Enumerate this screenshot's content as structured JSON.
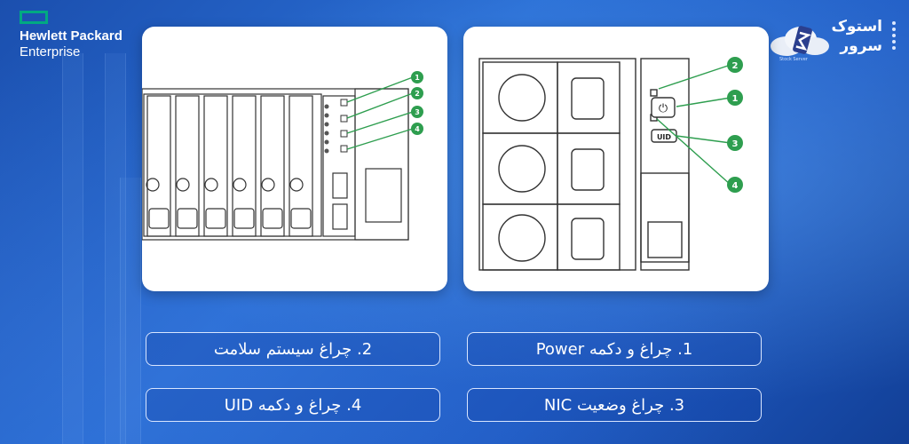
{
  "logo_hpe": {
    "line1": "Hewlett Packard",
    "line2": "Enterprise"
  },
  "logo_brand": {
    "line1": "استوک",
    "line2": "سرور",
    "sub": "Stock Server"
  },
  "callout_numbers": [
    "1",
    "2",
    "3",
    "4"
  ],
  "right_panel": {
    "uid_label": "UID"
  },
  "labels": {
    "item1": "1. چراغ و دکمه Power",
    "item2": "2. چراغ سیستم سلامت",
    "item3": "3. چراغ وضعیت NIC",
    "item4": "4. چراغ و دکمه UID"
  },
  "colors": {
    "callout_green": "#2e9e4f",
    "background": "#1f5bc4",
    "hpe_green": "#01a982"
  }
}
